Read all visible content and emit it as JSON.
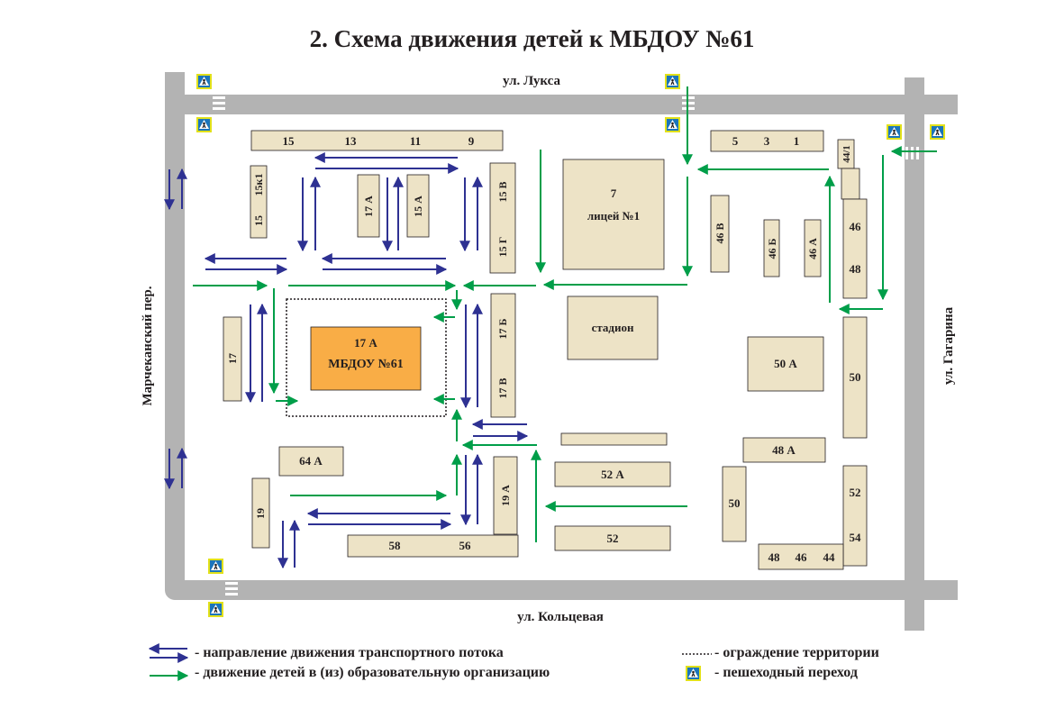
{
  "title": "2. Схема движения детей к МБДОУ №61",
  "streets": {
    "top": "ул. Лукса",
    "bottom": "ул. Кольцевая",
    "left": "Марчеканский пер.",
    "right": "ул. Гагарина"
  },
  "buildings": {
    "b15_13_11_9": [
      "15",
      "13",
      "11",
      "9"
    ],
    "b15k1": "15к1",
    "b15": "15",
    "b17a_top": "17 А",
    "b15a": "15 А",
    "b15v": "15 В",
    "b15g": "15 Г",
    "b7": "7",
    "b7_name": "лицей №1",
    "b5_3_1": [
      "5",
      "3",
      "1"
    ],
    "b44_1": "44/1",
    "b46v": "46 В",
    "b46b": "46 Б",
    "b46a": "46 А",
    "b46": "46",
    "b48": "48",
    "b17": "17",
    "school_num": "17 А",
    "school_name": "МБДОУ №61",
    "b17b": "17 Б",
    "b17v": "17 В",
    "stadium": "стадион",
    "b50a": "50 А",
    "b50_right": "50",
    "b48a": "48 А",
    "b64a": "64 А",
    "b52a": "52 А",
    "b19": "19",
    "b19a": "19 А",
    "b58": "58",
    "b56": "56",
    "b52": "52",
    "b50_bottom": "50",
    "b52_54": [
      "52",
      "54"
    ],
    "b48_46_44": [
      "48",
      "46",
      "44"
    ]
  },
  "legend": {
    "transport": "- направление движения транспортного потока",
    "children": "- движение детей в (из) образовательную организацию",
    "fence": "- ограждение территории",
    "crossing": "- пешеходный переход"
  },
  "colors": {
    "road": "#b3b3b3",
    "building": "#ede3c6",
    "school": "#f9ad46",
    "transport_arrow": "#2e3192",
    "children_arrow": "#009e49",
    "crossing_bg": "#e2e11a",
    "crossing_icon": "#1b75bb"
  },
  "icons": [
    "pedestrian-crossing-icon",
    "transport-arrow-icon",
    "children-arrow-icon",
    "fence-icon"
  ]
}
